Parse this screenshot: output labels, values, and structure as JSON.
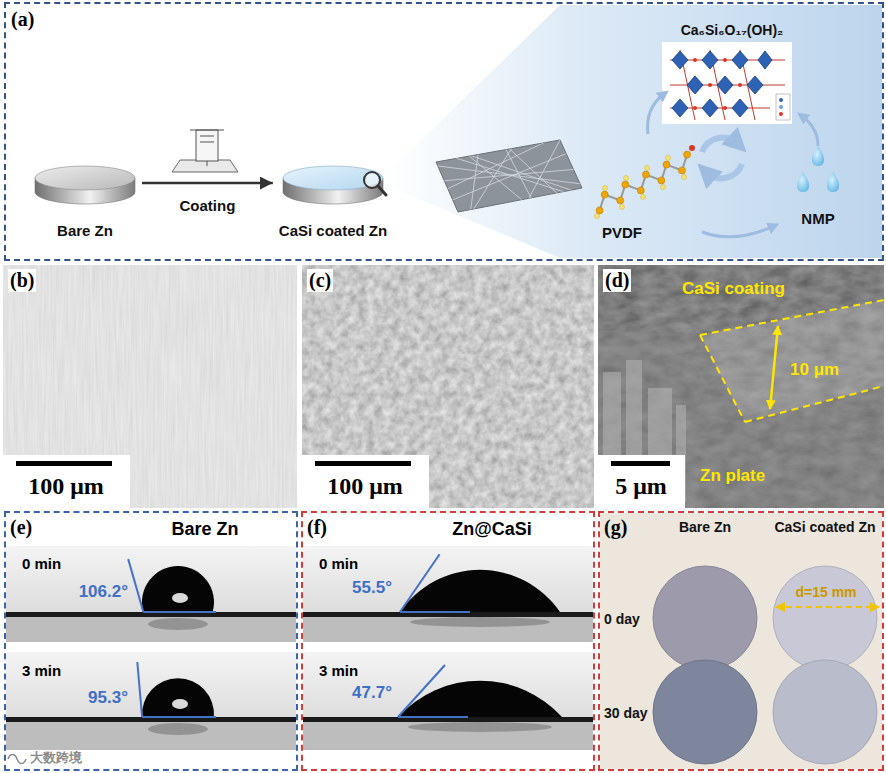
{
  "diagram": {
    "nodes": [
      {
        "text": [
          "(a)"
        ]
      },
      {
        "text": [
          "Bare Zn"
        ],
        "in": 0
      },
      {
        "text": [
          "CaSi coated Zn"
        ],
        "in": 0
      },
      {
        "text": [
          "(b)",
          "100 μm"
        ]
      },
      {
        "text": [
          "(c)",
          "100 μm"
        ]
      },
      {
        "text": [
          "(d)",
          "5 μm"
        ]
      },
      {
        "text": [
          "(e)",
          "Bare Zn"
        ]
      },
      {
        "text": [
          "(f)",
          "Zn@CaSi"
        ]
      },
      {
        "text": [
          "(g)"
        ]
      }
    ],
    "edges": [
      {
        "from": 1,
        "to": 2,
        "arrow": "to",
        "label": "Coating"
      }
    ],
    "labels": [
      "Ca₆Si₆O₁₇(OH)₂",
      "PVDF",
      "NMP",
      "CaSi coating",
      "10 μm",
      "Zn plate",
      "0 min",
      "106.2°",
      "3 min",
      "95.3°",
      "0 min",
      "55.5°",
      "3 min",
      "47.7°",
      "Bare Zn",
      "CaSi coated Zn",
      "0 day",
      "d=15 mm",
      "30 day",
      "大数跨境"
    ]
  }
}
